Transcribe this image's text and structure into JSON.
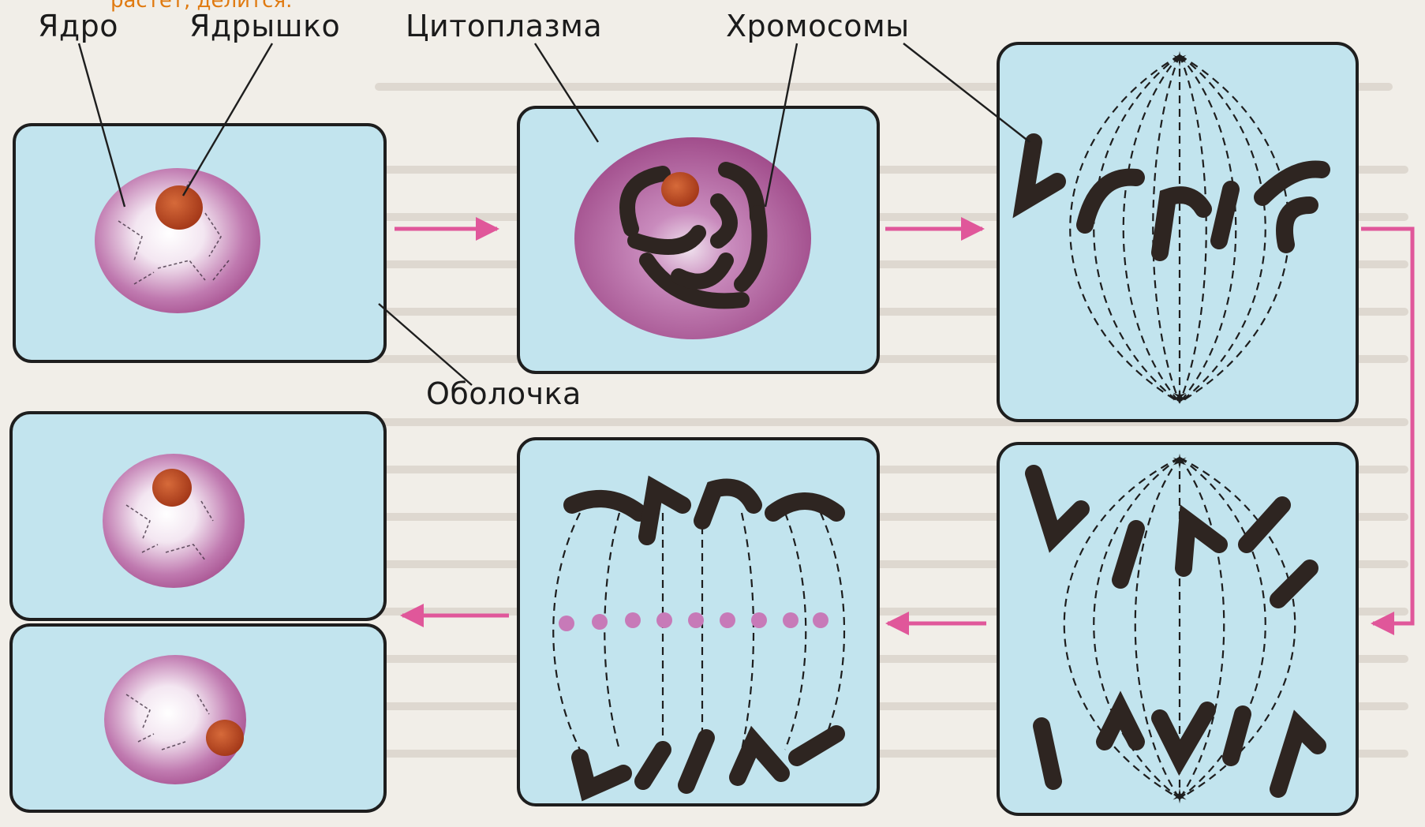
{
  "top_note": "растет, делится.",
  "labels": {
    "nucleus": "Ядро",
    "nucleolus": "Ядрышко",
    "cytoplasm": "Цитоплазма",
    "chromosomes": "Хромосомы",
    "membrane": "Оболочка"
  },
  "colors": {
    "cell_fill": "#c2e4ee",
    "cell_border": "#1e1e1e",
    "nucleus": "#a6508f",
    "nucleolus": "#b2431f",
    "chromosome": "#2e2521",
    "arrow": "#e0579a",
    "cell_plate_dot": "#c77ab8"
  },
  "stages": [
    {
      "id": "interphase",
      "icon": "cell-interphase-icon"
    },
    {
      "id": "prophase",
      "icon": "cell-prophase-icon"
    },
    {
      "id": "metaphase",
      "icon": "cell-metaphase-icon"
    },
    {
      "id": "anaphase",
      "icon": "cell-anaphase-icon"
    },
    {
      "id": "telophase",
      "icon": "cell-telophase-icon"
    },
    {
      "id": "daughter-cells",
      "icon": "daughter-cells-icon"
    }
  ]
}
